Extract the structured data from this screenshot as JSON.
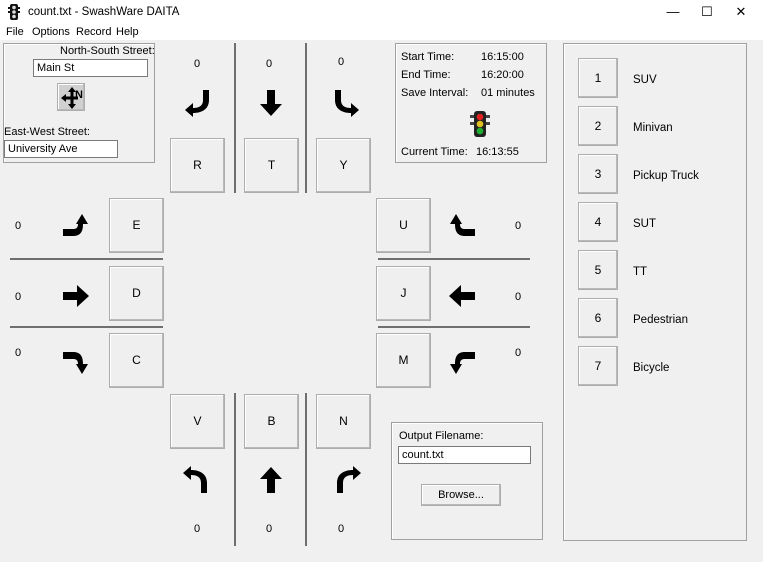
{
  "window": {
    "title": "count.txt - SwashWare DAITA",
    "minimize": "—",
    "maximize": "☐",
    "close": "✕"
  },
  "menu": [
    "File",
    "Options",
    "Record",
    "Help"
  ],
  "streets": {
    "ns_label": "North-South Street:",
    "ns_value": "Main St",
    "ew_label": "East-West Street:",
    "ew_value": "University Ave",
    "compass_label": "N"
  },
  "time": {
    "start_label": "Start Time:",
    "start_value": "16:15:00",
    "end_label": "End Time:",
    "end_value": "16:20:00",
    "interval_label": "Save Interval:",
    "interval_value": "01 minutes",
    "current_label": "Current Time:",
    "current_value": "16:13:55"
  },
  "north": {
    "counts": [
      "0",
      "0",
      "0"
    ],
    "keys": [
      "R",
      "T",
      "Y"
    ]
  },
  "west": {
    "counts": [
      "0",
      "0",
      "0"
    ],
    "keys": [
      "E",
      "D",
      "C"
    ]
  },
  "east": {
    "counts": [
      "0",
      "0",
      "0"
    ],
    "keys": [
      "U",
      "J",
      "M"
    ]
  },
  "south": {
    "counts": [
      "0",
      "0",
      "0"
    ],
    "keys": [
      "V",
      "B",
      "N"
    ]
  },
  "output": {
    "label": "Output Filename:",
    "value": "count.txt",
    "browse": "Browse..."
  },
  "vehicles": [
    {
      "key": "1",
      "name": "SUV"
    },
    {
      "key": "2",
      "name": "Minivan"
    },
    {
      "key": "3",
      "name": "Pickup Truck"
    },
    {
      "key": "4",
      "name": "SUT"
    },
    {
      "key": "5",
      "name": "TT"
    },
    {
      "key": "6",
      "name": "Pedestrian"
    },
    {
      "key": "7",
      "name": "Bicycle"
    }
  ]
}
